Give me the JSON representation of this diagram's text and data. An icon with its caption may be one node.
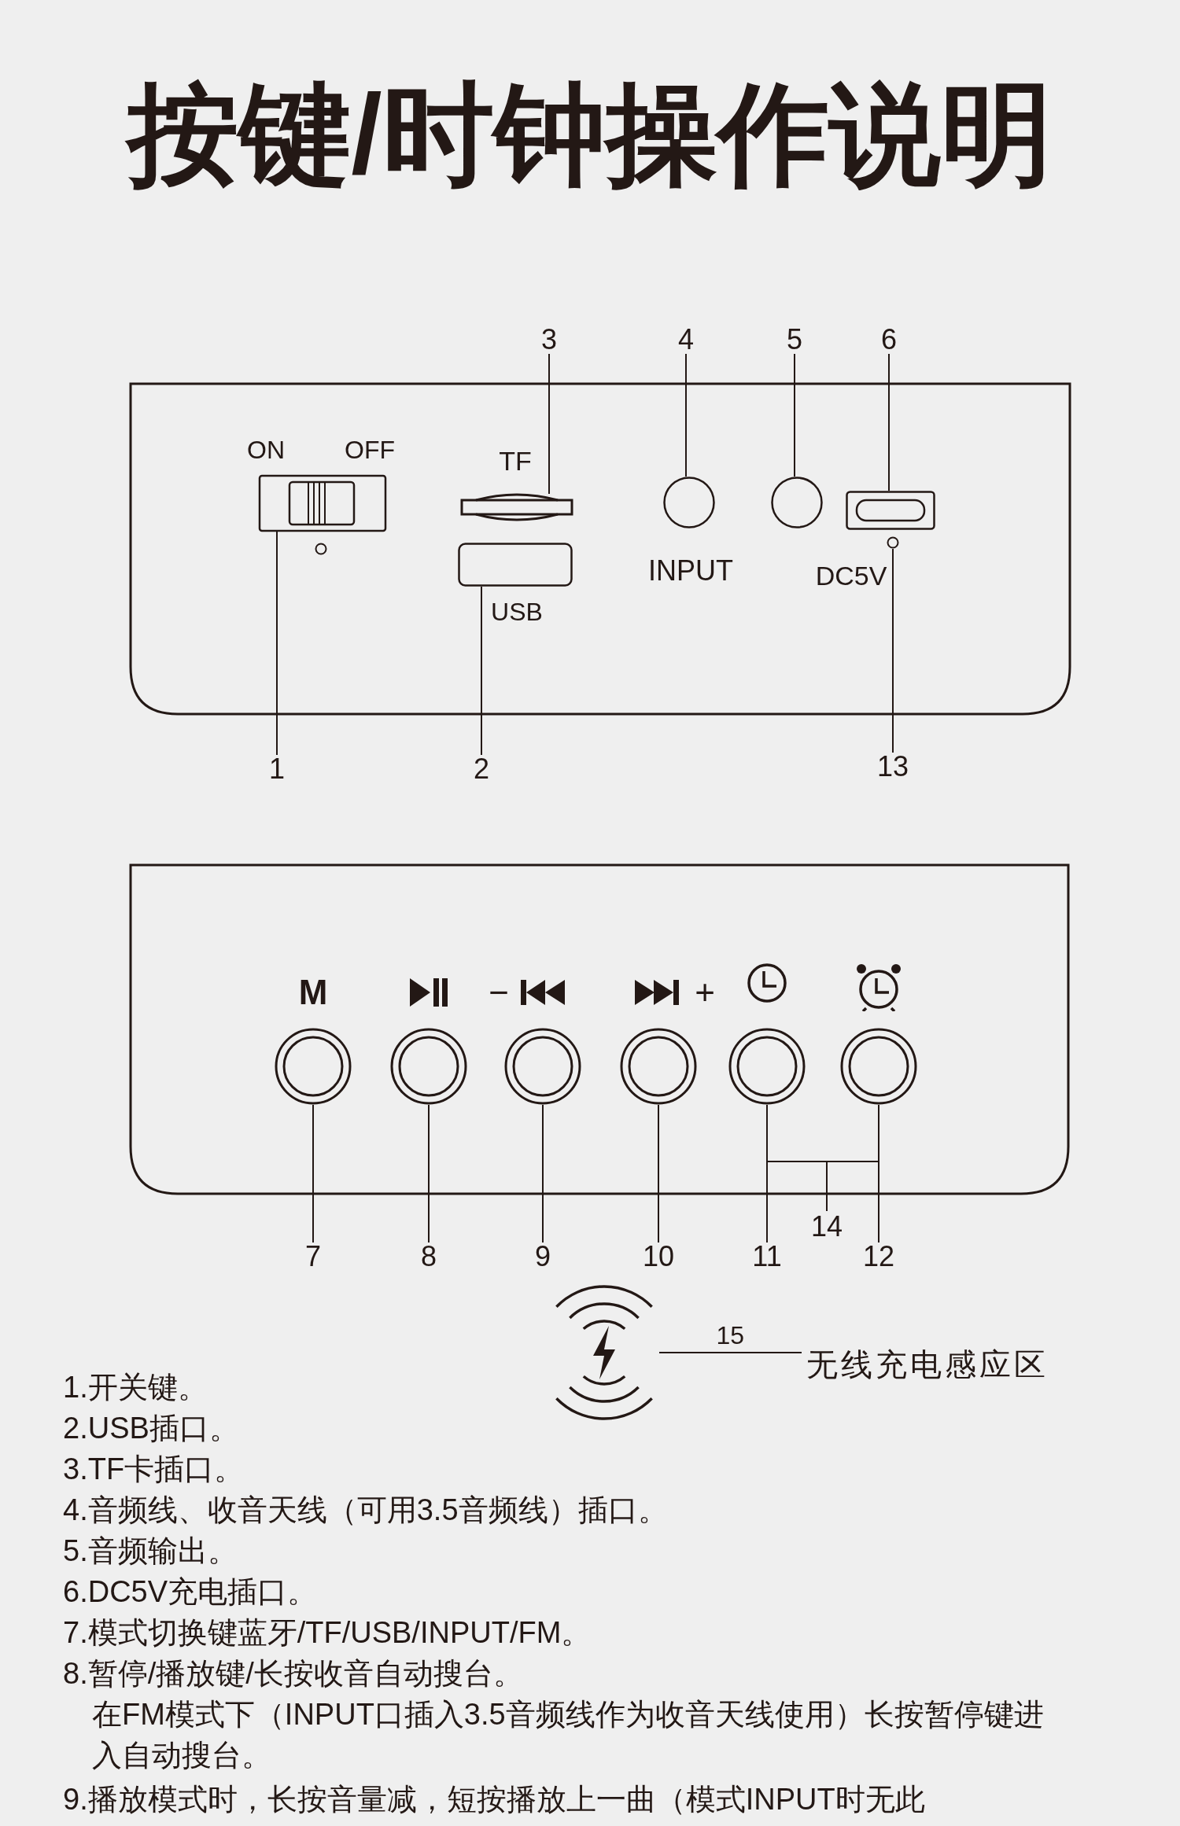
{
  "diagram": {
    "title": "按键/时钟操作说明",
    "nodes": [
      {
        "text": [],
        "shape": "box"
      },
      {
        "text": [],
        "shape": "box",
        "in": 0,
        "beside": [
          "ON",
          "OFF"
        ]
      },
      {
        "text": [],
        "shape": "box",
        "in": 0,
        "beside": [
          "TF"
        ]
      },
      {
        "text": [],
        "shape": "box",
        "in": 0,
        "beside": [
          "USB"
        ]
      },
      {
        "text": [],
        "shape": "circle",
        "in": 0,
        "beside": [
          "INPUT"
        ]
      },
      {
        "text": [],
        "shape": "circle",
        "in": 0
      },
      {
        "text": [],
        "shape": "box",
        "in": 0
      },
      {
        "text": [],
        "shape": "circle",
        "in": 0,
        "beside": [
          "DC5V"
        ]
      },
      {
        "text": [
          "1"
        ]
      },
      {
        "text": [
          "2"
        ]
      },
      {
        "text": [
          "3"
        ]
      },
      {
        "text": [
          "4"
        ]
      },
      {
        "text": [
          "5"
        ]
      },
      {
        "text": [
          "6"
        ]
      },
      {
        "text": [
          "13"
        ]
      },
      {
        "text": [],
        "shape": "box"
      },
      {
        "text": [],
        "shape": "circle",
        "in": 15,
        "beside": [
          "M"
        ]
      },
      {
        "text": [],
        "shape": "circle",
        "in": 15
      },
      {
        "text": [],
        "shape": "circle",
        "in": 15
      },
      {
        "text": [],
        "shape": "circle",
        "in": 15
      },
      {
        "text": [],
        "shape": "circle",
        "in": 15
      },
      {
        "text": [],
        "shape": "circle",
        "in": 15
      },
      {
        "text": [
          "7"
        ]
      },
      {
        "text": [
          "8"
        ]
      },
      {
        "text": [
          "9"
        ]
      },
      {
        "text": [
          "10"
        ]
      },
      {
        "text": [
          "11"
        ]
      },
      {
        "text": [
          "12"
        ]
      },
      {
        "text": [
          "14"
        ]
      },
      {
        "text": [],
        "shape": "icon"
      },
      {
        "text": [
          "无线充电感应区"
        ]
      }
    ],
    "edges": [
      {
        "from": 8,
        "to": 1,
        "arrow": "none"
      },
      {
        "from": 9,
        "to": 3,
        "arrow": "none"
      },
      {
        "from": 10,
        "to": 2,
        "arrow": "none"
      },
      {
        "from": 11,
        "to": 4,
        "arrow": "none"
      },
      {
        "from": 12,
        "to": 5,
        "arrow": "none"
      },
      {
        "from": 13,
        "to": 6,
        "arrow": "none"
      },
      {
        "from": 14,
        "to": 7,
        "arrow": "none"
      },
      {
        "from": 22,
        "to": 16,
        "arrow": "none"
      },
      {
        "from": 23,
        "to": 17,
        "arrow": "none"
      },
      {
        "from": 24,
        "to": 18,
        "arrow": "none"
      },
      {
        "from": 25,
        "to": 19,
        "arrow": "none"
      },
      {
        "from": 26,
        "to": 20,
        "arrow": "none"
      },
      {
        "from": 27,
        "to": 21,
        "arrow": "none"
      },
      {
        "from": 28,
        "to": 20,
        "arrow": "none"
      },
      {
        "from": 28,
        "to": 21,
        "arrow": "none"
      },
      {
        "from": 30,
        "to": 29,
        "arrow": "none",
        "label": "15"
      }
    ],
    "labels": [
      "−",
      "+",
      "1.开关键。",
      "2.USB插口。",
      "3.TF卡插口。",
      "4.音频线、收音天线（可用3.5音频线）插口。",
      "5.音频输出。",
      "6.DC5V充电插口。",
      "7.模式切换键蓝牙/TF/USB/INPUT/FM。",
      "8.暂停/播放键/长按收音自动搜台。",
      "在FM模式下（INPUT口插入3.5音频线作为收音天线使用）长按暂停键进入自动搜台。",
      "9.播放模式时，长按音量减，短按播放上一曲（模式INPUT时无此"
    ]
  }
}
